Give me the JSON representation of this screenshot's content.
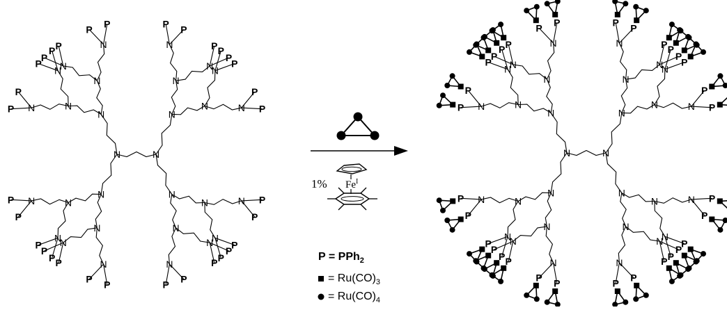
{
  "reaction": {
    "reagent_percent": "1%",
    "catalyst_iron_label": "Fe",
    "catalyst_iron_charge": "I"
  },
  "labels": {
    "phosphine": "P",
    "nitrogen": "N"
  },
  "legend": {
    "p_symbol": "P",
    "p_equals": "=",
    "p_value": "PPh",
    "p_sub": "2",
    "square_equals": "=",
    "square_value": "Ru(CO)",
    "square_sub": "3",
    "circle_equals": "=",
    "circle_value": "Ru(CO)",
    "circle_sub": "4"
  },
  "colors": {
    "ink": "#000000",
    "background": "#ffffff"
  }
}
